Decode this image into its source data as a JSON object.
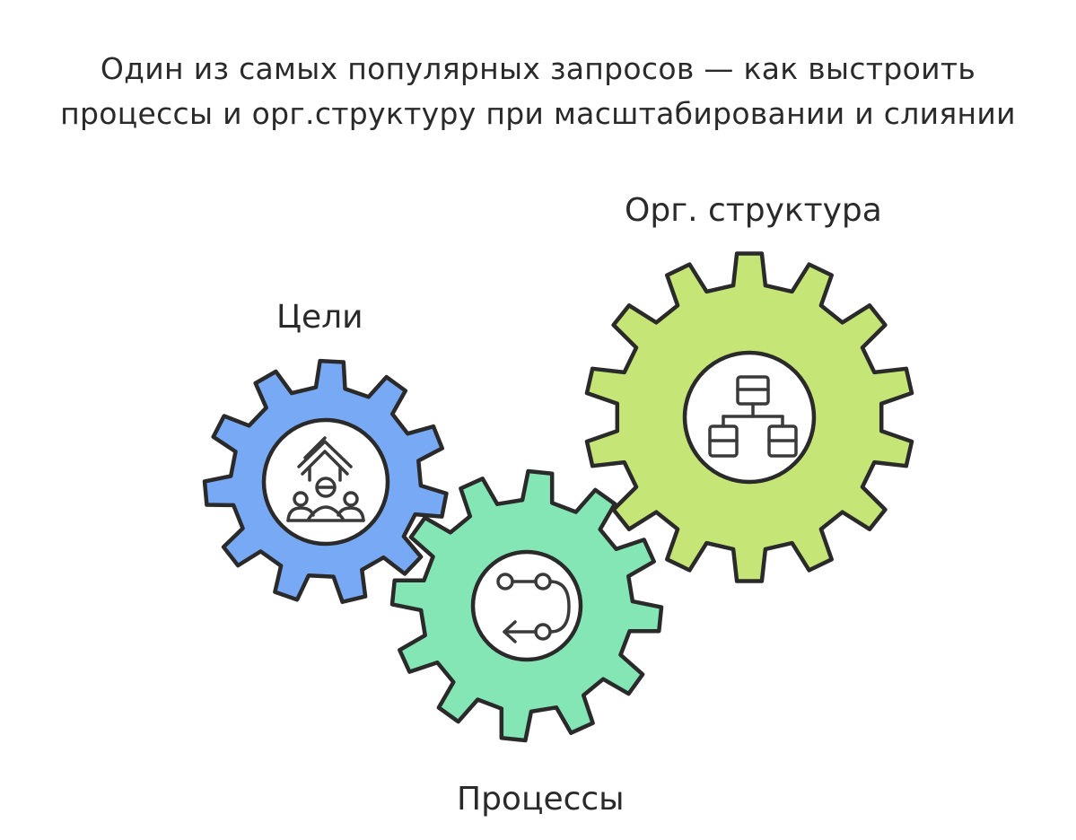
{
  "title": {
    "line1": "Один из самых популярных запросов — как выстроить",
    "line2": "процессы и орг.структуру при масштабировании и слиянии"
  },
  "gears": [
    {
      "id": "goals",
      "label": "Цели",
      "color": "#78a9f5",
      "icon": "team-growth-icon"
    },
    {
      "id": "org",
      "label": "Орг. структура",
      "color": "#c5e577",
      "icon": "org-chart-icon"
    },
    {
      "id": "process",
      "label": "Процессы",
      "color": "#85e6b5",
      "icon": "process-flow-icon"
    }
  ]
}
